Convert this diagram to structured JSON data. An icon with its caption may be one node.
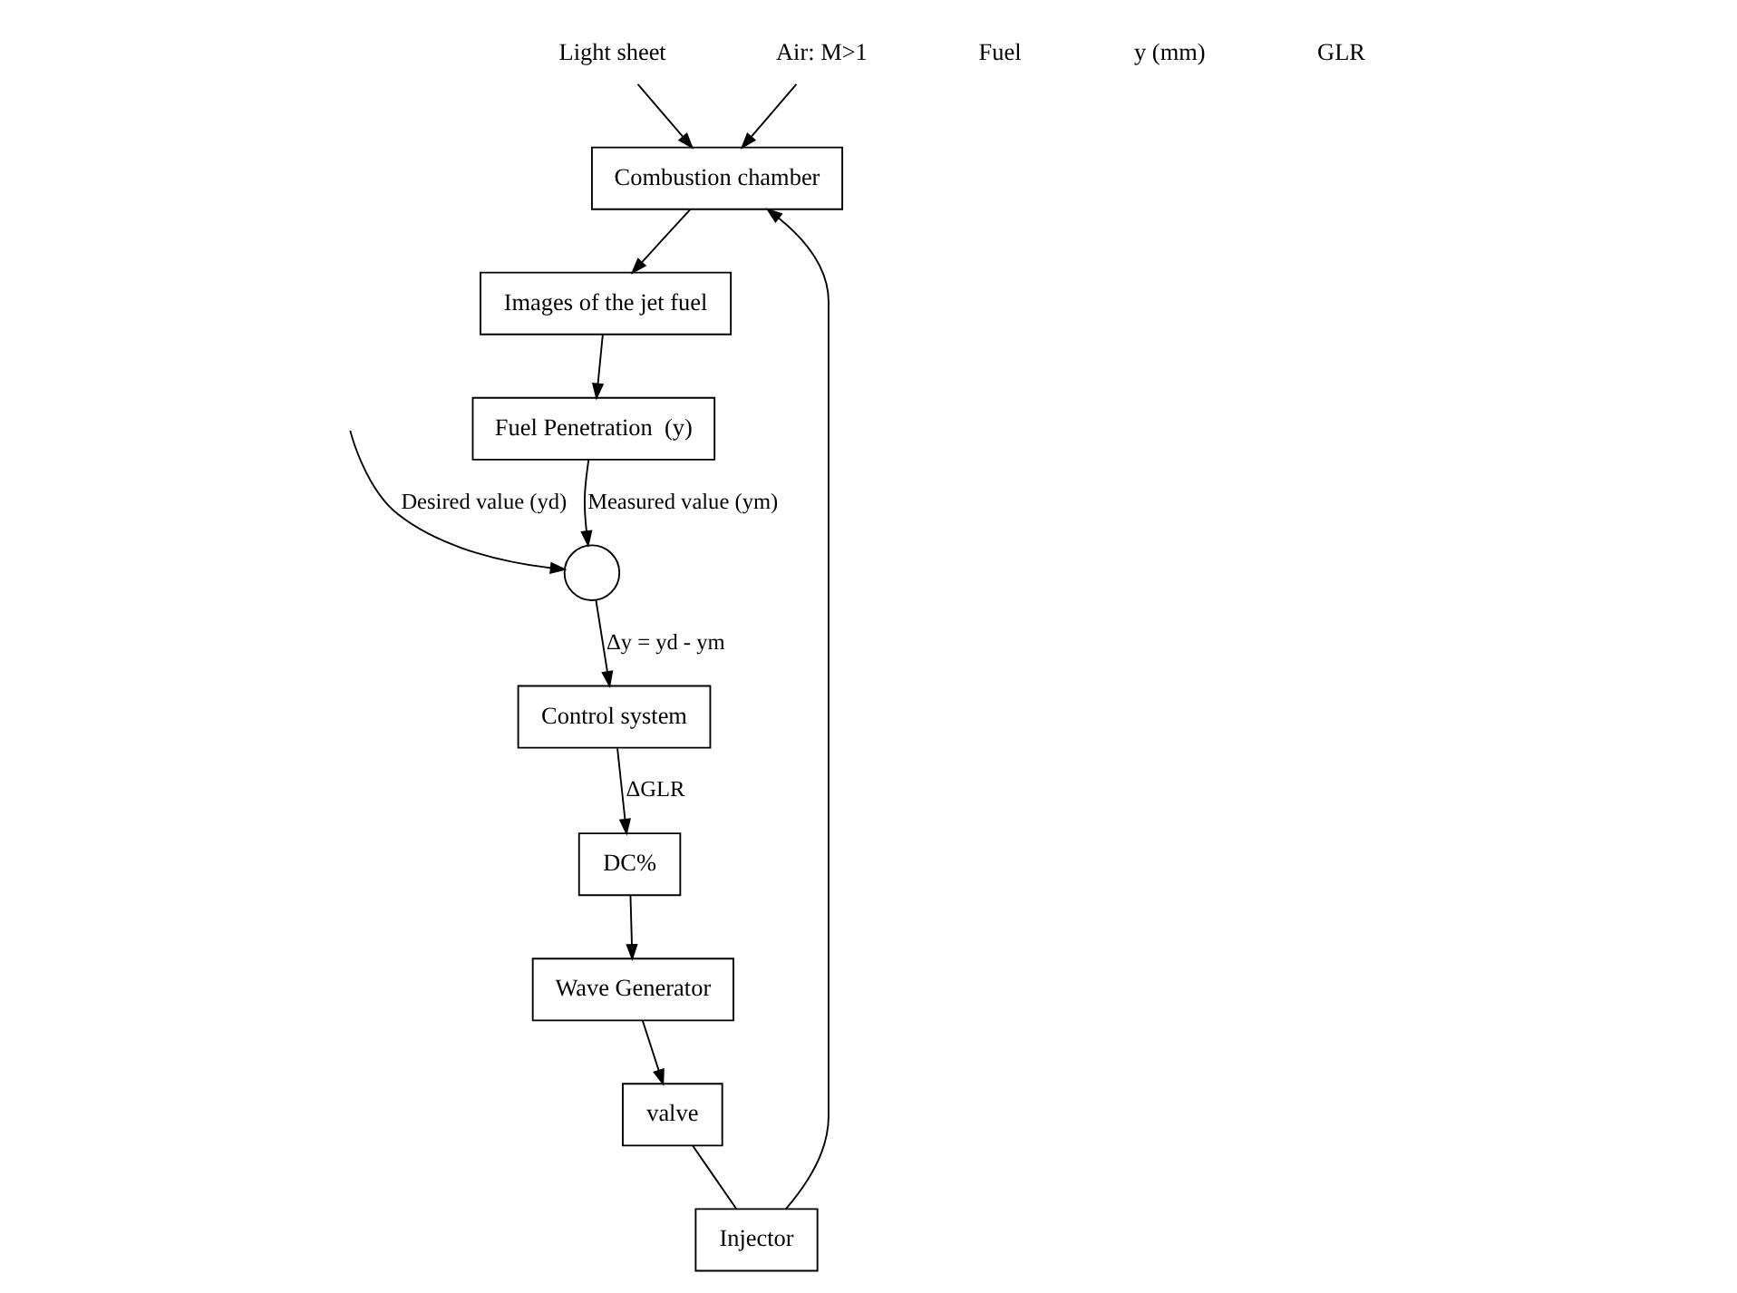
{
  "diagram": {
    "nodes": [
      {
        "text": [
          "Combustion chamber"
        ]
      },
      {
        "text": [
          "Images of the jet fuel"
        ]
      },
      {
        "text": [
          "Fuel Penetration  (y)"
        ]
      },
      {
        "text": [],
        "shape": "circle"
      },
      {
        "text": [
          "Control system"
        ]
      },
      {
        "text": [
          "DC%"
        ]
      },
      {
        "text": [
          "Wave Generator"
        ]
      },
      {
        "text": [
          "valve"
        ]
      },
      {
        "text": [
          "Injector"
        ]
      },
      {
        "text": [
          "Light sheet"
        ]
      },
      {
        "text": [
          "Air: M>1"
        ]
      }
    ],
    "edges": [
      {
        "from": 9,
        "to": 0,
        "arrow": "to"
      },
      {
        "from": 10,
        "to": 0,
        "arrow": "to"
      },
      {
        "from": 0,
        "to": 1,
        "arrow": "to"
      },
      {
        "from": 1,
        "to": 2,
        "arrow": "to"
      },
      {
        "from": 2,
        "to": 3,
        "arrow": "to",
        "label": "Measured value (ym)"
      },
      {
        "from": null,
        "to": 3,
        "arrow": "to",
        "label": "Desired value (yd)"
      },
      {
        "from": 3,
        "to": 4,
        "arrow": "to",
        "label": "Δy = yd - ym"
      },
      {
        "from": 4,
        "to": 5,
        "arrow": "to",
        "label": "ΔGLR"
      },
      {
        "from": 5,
        "to": 6,
        "arrow": "to"
      },
      {
        "from": 6,
        "to": 7,
        "arrow": "to"
      },
      {
        "from": 7,
        "to": 8,
        "arrow": "none"
      },
      {
        "from": 8,
        "to": 0,
        "arrow": "to"
      }
    ],
    "labels": [
      "Fuel",
      "y (mm)",
      "GLR"
    ]
  }
}
